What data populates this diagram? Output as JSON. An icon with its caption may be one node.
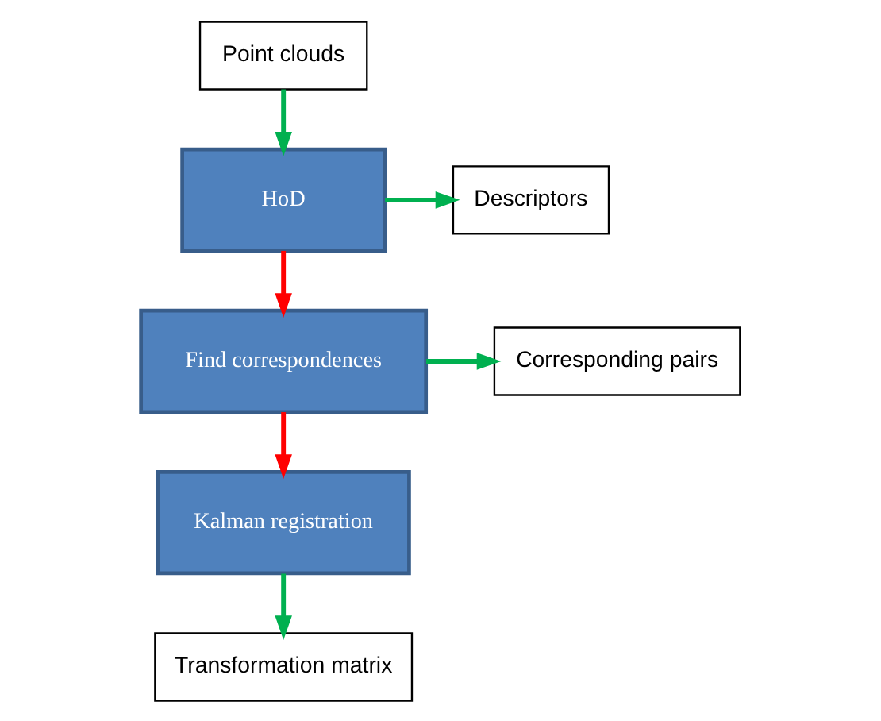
{
  "diagram": {
    "nodes": [
      {
        "text": [
          "Point clouds"
        ]
      },
      {
        "text": [
          "HoD"
        ]
      },
      {
        "text": [
          "Descriptors"
        ]
      },
      {
        "text": [
          "Find correspondences"
        ]
      },
      {
        "text": [
          "Corresponding pairs"
        ]
      },
      {
        "text": [
          "Kalman registration"
        ]
      },
      {
        "text": [
          "Transformation matrix"
        ]
      }
    ],
    "edges": [
      {
        "from": 0,
        "to": 1,
        "arrow": "to"
      },
      {
        "from": 1,
        "to": 2,
        "arrow": "to"
      },
      {
        "from": 1,
        "to": 3,
        "arrow": "to",
        "color": "#ff0000"
      },
      {
        "from": 3,
        "to": 4,
        "arrow": "to"
      },
      {
        "from": 3,
        "to": 5,
        "arrow": "to",
        "color": "#ff0000"
      },
      {
        "from": 5,
        "to": 6,
        "arrow": "to"
      }
    ]
  }
}
